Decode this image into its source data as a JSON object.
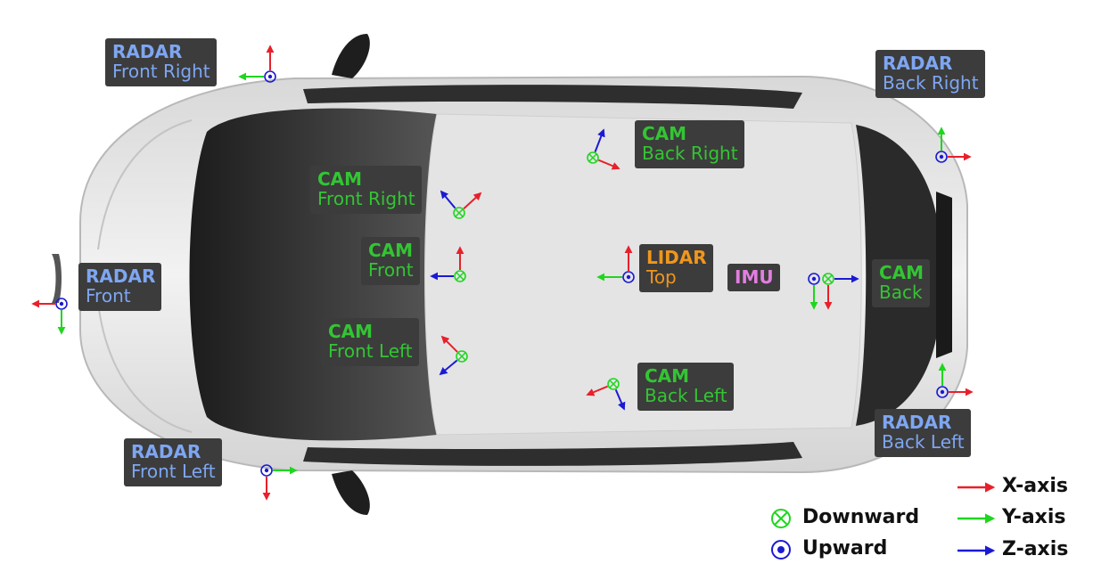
{
  "colors": {
    "x_axis": "#e8202a",
    "y_axis": "#1fd61f",
    "z_axis": "#1a1ad4",
    "radar": "#7ea6f2",
    "cam": "#33c533",
    "lidar": "#f0961c",
    "imu": "#e27ee0",
    "label_bg": "#3c3c3c"
  },
  "sensors": {
    "radar_front_right": {
      "kind": "RADAR",
      "pos": "Front Right"
    },
    "radar_back_right": {
      "kind": "RADAR",
      "pos": "Back Right"
    },
    "radar_front": {
      "kind": "RADAR",
      "pos": "Front"
    },
    "radar_front_left": {
      "kind": "RADAR",
      "pos": "Front Left"
    },
    "radar_back_left": {
      "kind": "RADAR",
      "pos": "Back Left"
    },
    "cam_back_right": {
      "kind": "CAM",
      "pos": "Back Right"
    },
    "cam_front_right": {
      "kind": "CAM",
      "pos": "Front Right"
    },
    "cam_front": {
      "kind": "CAM",
      "pos": "Front"
    },
    "cam_front_left": {
      "kind": "CAM",
      "pos": "Front Left"
    },
    "cam_back_left": {
      "kind": "CAM",
      "pos": "Back Left"
    },
    "cam_back": {
      "kind": "CAM",
      "pos": "Back"
    },
    "lidar_top": {
      "kind": "LIDAR",
      "pos": "Top"
    },
    "imu": {
      "kind": "IMU"
    }
  },
  "legend": {
    "downward": "Downward",
    "upward": "Upward",
    "x_axis": "X-axis",
    "y_axis": "Y-axis",
    "z_axis": "Z-axis"
  }
}
